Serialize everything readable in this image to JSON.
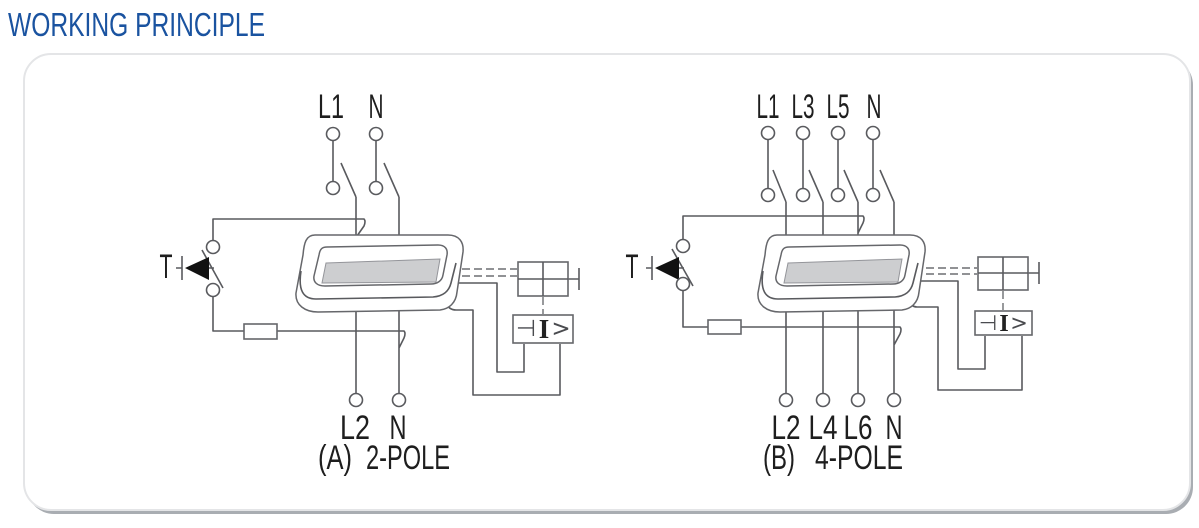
{
  "title": {
    "text": "WORKING PRINCIPLE"
  },
  "colors": {
    "title_blue": "#1a53a0",
    "wire_gray": "#595a5e",
    "core_fill": "#cdced0",
    "panel_border": "#e4e5e7",
    "panel_shadow": "#a9adb2"
  },
  "diagram_a": {
    "top_labels": [
      "L1",
      "N"
    ],
    "bottom_labels": [
      "L2",
      "N"
    ],
    "caption_index": "(A)",
    "caption_label": "2-POLE",
    "test_button_label": "T",
    "trip_unit": {
      "tack": "⊣",
      "current": "I",
      "gt": ">"
    }
  },
  "diagram_b": {
    "top_labels": [
      "L1",
      "L3",
      "L5",
      "N"
    ],
    "bottom_labels": [
      "L2",
      "L4",
      "L6",
      "N"
    ],
    "caption_index": "(B)",
    "caption_label": "4-POLE",
    "test_button_label": "T",
    "trip_unit": {
      "tack": "⊣",
      "current": "I",
      "gt": ">"
    }
  }
}
